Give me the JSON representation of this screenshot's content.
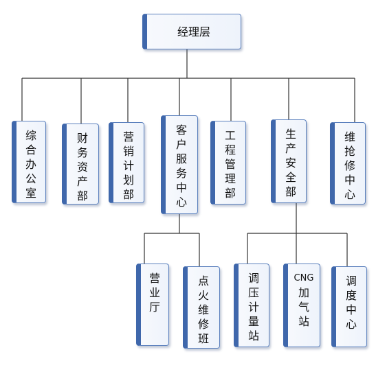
{
  "org_chart": {
    "root": "经理层",
    "departments": [
      "综合办公室",
      "财务资产部",
      "营销计划部",
      "客户服务中心",
      "工程管理部",
      "生产安全部",
      "维抢修中心"
    ],
    "customer_service_units": [
      "营业厅",
      "点火维修班"
    ],
    "production_safety_units": [
      "调压计量站",
      "CNG加气站",
      "调度中心"
    ]
  }
}
